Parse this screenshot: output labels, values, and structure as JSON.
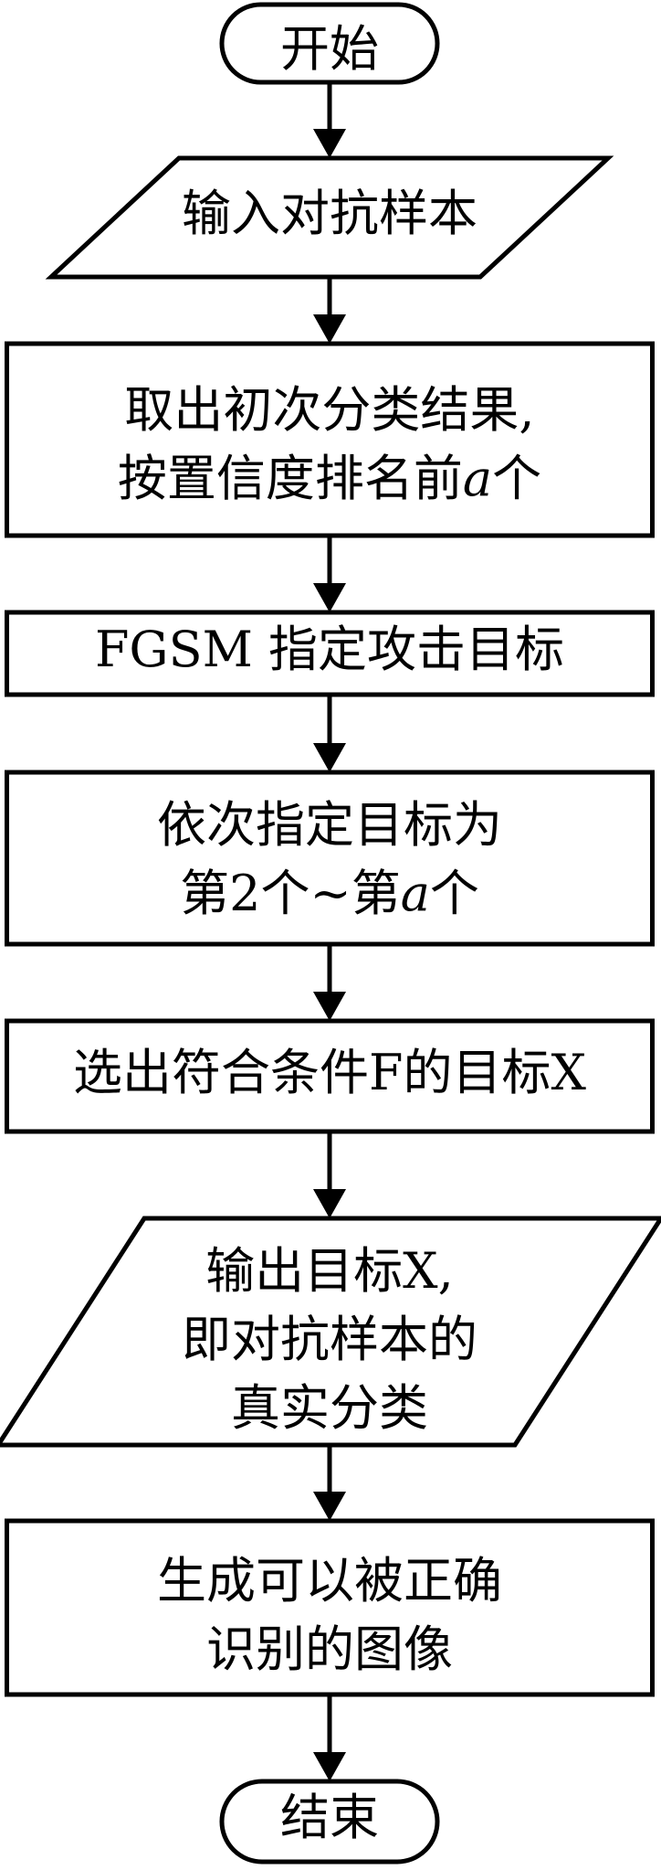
{
  "flowchart": {
    "steps": [
      {
        "id": "start",
        "shape": "terminator",
        "lines": [
          "开始"
        ]
      },
      {
        "id": "input",
        "shape": "parallelogram",
        "lines": [
          "输入对抗样本"
        ]
      },
      {
        "id": "initial-classify",
        "shape": "process",
        "lines": [
          "取出初次分类结果,",
          "按置信度排名前a个"
        ],
        "italic": [
          "a"
        ]
      },
      {
        "id": "fgsm",
        "shape": "process",
        "lines": [
          "FGSM 指定攻击目标"
        ]
      },
      {
        "id": "assign-targets",
        "shape": "process",
        "lines": [
          "依次指定目标为",
          "第2个~第a个"
        ],
        "italic": [
          "a"
        ]
      },
      {
        "id": "select",
        "shape": "process",
        "lines": [
          "选出符合条件F的目标X"
        ]
      },
      {
        "id": "output",
        "shape": "parallelogram",
        "lines": [
          "输出目标X,",
          "即对抗样本的",
          "真实分类"
        ]
      },
      {
        "id": "generate",
        "shape": "process",
        "lines": [
          "生成可以被正确",
          "识别的图像"
        ]
      },
      {
        "id": "end",
        "shape": "terminator",
        "lines": [
          "结束"
        ]
      }
    ]
  },
  "colors": {
    "stroke": "#000000",
    "fill": "#ffffff",
    "text": "#000000"
  }
}
